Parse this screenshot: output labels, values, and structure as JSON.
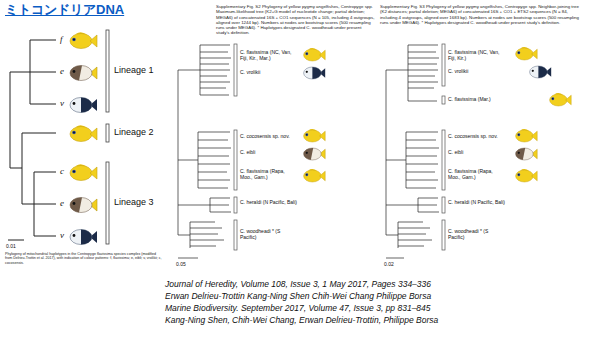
{
  "diagram": {
    "title": "ミトコンドリアDNA",
    "labels": [
      "f",
      "e",
      "v",
      "Lineage 1",
      "Lineage 2",
      "c",
      "e",
      "v",
      "Lineage 3",
      "0.01",
      "Phylogeny of mitochondrial haplotypes in the Centropyge flavissima species complex (modified from Delrieu-Trottin et al. 2017), with indication of colour patterns: f, flavissima; e, eibli; v, vrolikii; c, cocosensis.",
      "Supplementary Fig. S2 Phylogeny of yellow pygmy angelfishes, Centropyge spp. Maximum-likelihood tree (K2+G model of nucleotide change; partial deletion; MEGA6) of concatenated 16S + CO1 sequences (N = 105, including 4 outgroups, aligned over 1244 bp). Numbers at nodes are bootstrap scores (500 resampling runs under MEGA6). * Haplotypes designated C. woodheadi under present study's definition.",
      "C. flavissima (NC, Van, Fiji, Kir., Mar.)",
      "C. vrolikii",
      "C. cocosensis sp. nov.",
      "C. eibli",
      "C. flavissima (Rapa, Moo., Gam.)",
      "C. heraldi (N Pacific, Bali)",
      "C. woodheadi * (S Pacific)",
      "0.05",
      "Supplementary Fig. S3 Phylogeny of yellow pygmy angelfishes, Centropyge spp. Neighbor-joining tree (K2 distances; partial deletion; MEGA6) of concatenated 16S + CO1 + ETS2 sequences (N = 84, including 4 outgroups, aligned over 1683 bp). Numbers at nodes are bootstrap scores (500 resampling runs under MEGA6). * Haplotypes designated C. woodheadi under present study's definition.",
      "C. flavissima (NC, Van, Fiji, Kir.)",
      "C. vrolikii",
      "C. flavissima (Mar.)",
      "C. cocosensis sp. nov.",
      "C. eibli",
      "C. flavissima (Rapa, Moo., Gam.)",
      "C. heraldi (N Pacific, Bali)",
      "C. woodheadi * (S Pacific)",
      "0.02",
      "Journal of Heredity, Volume 108, Issue 3, 1 May 2017, Pages 334–336",
      "Erwan Delrieu-Trottin Kang-Ning Shen Chih-Wei Chang Philippe Borsa",
      "Marine Biodiversity. September 2017, Volume 47, Issue 3, pp 831–845",
      "Kang-Ning Shen, Chih-Wei Chang, Erwan Delrieu-Trottin, Philippe Borsa"
    ]
  }
}
